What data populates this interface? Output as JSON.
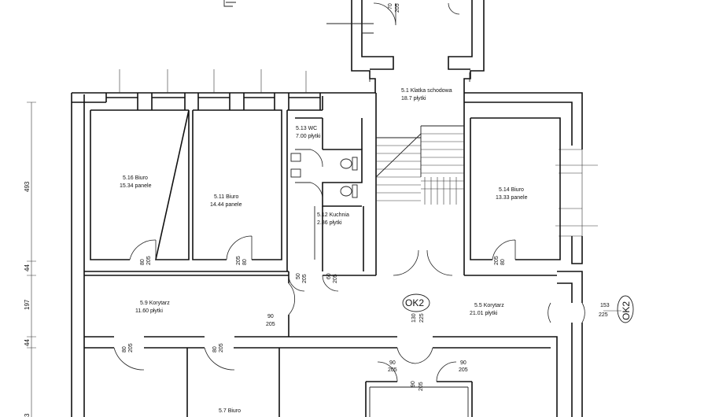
{
  "rooms": {
    "r516": {
      "number": "5.16",
      "name": "Biuro",
      "area": "15.34",
      "floor": "panele"
    },
    "r511": {
      "number": "5.11",
      "name": "Biuro",
      "area": "14.44",
      "floor": "panele"
    },
    "r513": {
      "number": "5.13",
      "name": "WC",
      "area": "7.00",
      "floor": "płytki"
    },
    "r512": {
      "number": "5.12",
      "name": "Kuchnia",
      "area": "2.86",
      "floor": "płytki"
    },
    "r51": {
      "number": "5.1",
      "name": "Klatka schodowa",
      "area": "18.7",
      "floor": "płytki"
    },
    "r514": {
      "number": "5.14",
      "name": "Biuro",
      "area": "13.33",
      "floor": "panele"
    },
    "r59": {
      "number": "5.9",
      "name": "Korytarz",
      "area": "11.60",
      "floor": "płytki"
    },
    "r55": {
      "number": "5.5",
      "name": "Korytarz",
      "area": "21.01",
      "floor": "płytki"
    },
    "r57": {
      "number": "5.7",
      "name": "Biuro"
    }
  },
  "doors": [
    {
      "id": "d1",
      "w": "80",
      "h": "205"
    },
    {
      "id": "d2",
      "w": "205",
      "h": "80"
    },
    {
      "id": "d3",
      "w": "50",
      "h": "205"
    },
    {
      "id": "d4",
      "w": "60",
      "h": "205"
    },
    {
      "id": "d5",
      "w": "205",
      "h": "80"
    },
    {
      "id": "d6",
      "w": "90",
      "h": "205"
    },
    {
      "id": "d7",
      "w": "130",
      "h": "225"
    },
    {
      "id": "d8",
      "w": "80",
      "h": "205"
    },
    {
      "id": "d9",
      "w": "80",
      "h": "205"
    },
    {
      "id": "d10",
      "w": "90",
      "h": "205"
    },
    {
      "id": "d11",
      "w": "90",
      "h": "205"
    },
    {
      "id": "d12",
      "w": "90",
      "h": "205"
    },
    {
      "id": "d13",
      "w": "70",
      "h": "205"
    },
    {
      "id": "d14",
      "w": "153",
      "h": "225"
    }
  ],
  "tags": {
    "ok_center": "OK2",
    "ok_right": "OK2"
  },
  "dimensions": {
    "d493": "493",
    "d44a": "44",
    "d197": "197",
    "d44b": "44",
    "d3": "3"
  }
}
